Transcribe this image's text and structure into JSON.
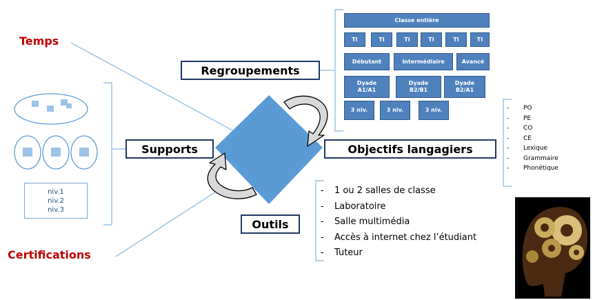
{
  "labels": {
    "temps": "Temps",
    "certifications": "Certifications",
    "regroupements": "Regroupements",
    "supports": "Supports",
    "objectifs": "Objectifs langagiers",
    "outils": "Outils"
  },
  "groupings": {
    "whole_class": "Classe entière",
    "individual": [
      "TI",
      "TI",
      "TI",
      "TI",
      "TI",
      "TI"
    ],
    "levels": [
      "Débutant",
      "Intermédiaire",
      "Avancé"
    ],
    "dyads": [
      [
        "Dyade",
        "A1/A1"
      ],
      [
        "Dyade",
        "B2/B1"
      ],
      [
        "Dyade",
        "B2/A1"
      ]
    ],
    "three_levels": [
      "3 niv.",
      "3 niv.",
      "3 niv."
    ]
  },
  "supports": {
    "levels": [
      "niv.1",
      "niv.2",
      "niv.3"
    ]
  },
  "objectives": {
    "dash": "-",
    "items": [
      "PO",
      "PE",
      "CO",
      "CE",
      "Lexique",
      "Grammaire",
      "Phonétique"
    ]
  },
  "tools": {
    "dash": "-",
    "items": [
      "1 ou 2 salles de classe",
      "Laboratoire",
      "Salle multimédia",
      "Accès à internet chez l’étudiant",
      "Tuteur"
    ]
  },
  "colors": {
    "label_red": "#c00000",
    "box_blue": "#4f81bd",
    "diamond_blue": "#5b9bd5",
    "line_blue": "#9dc3e6"
  }
}
